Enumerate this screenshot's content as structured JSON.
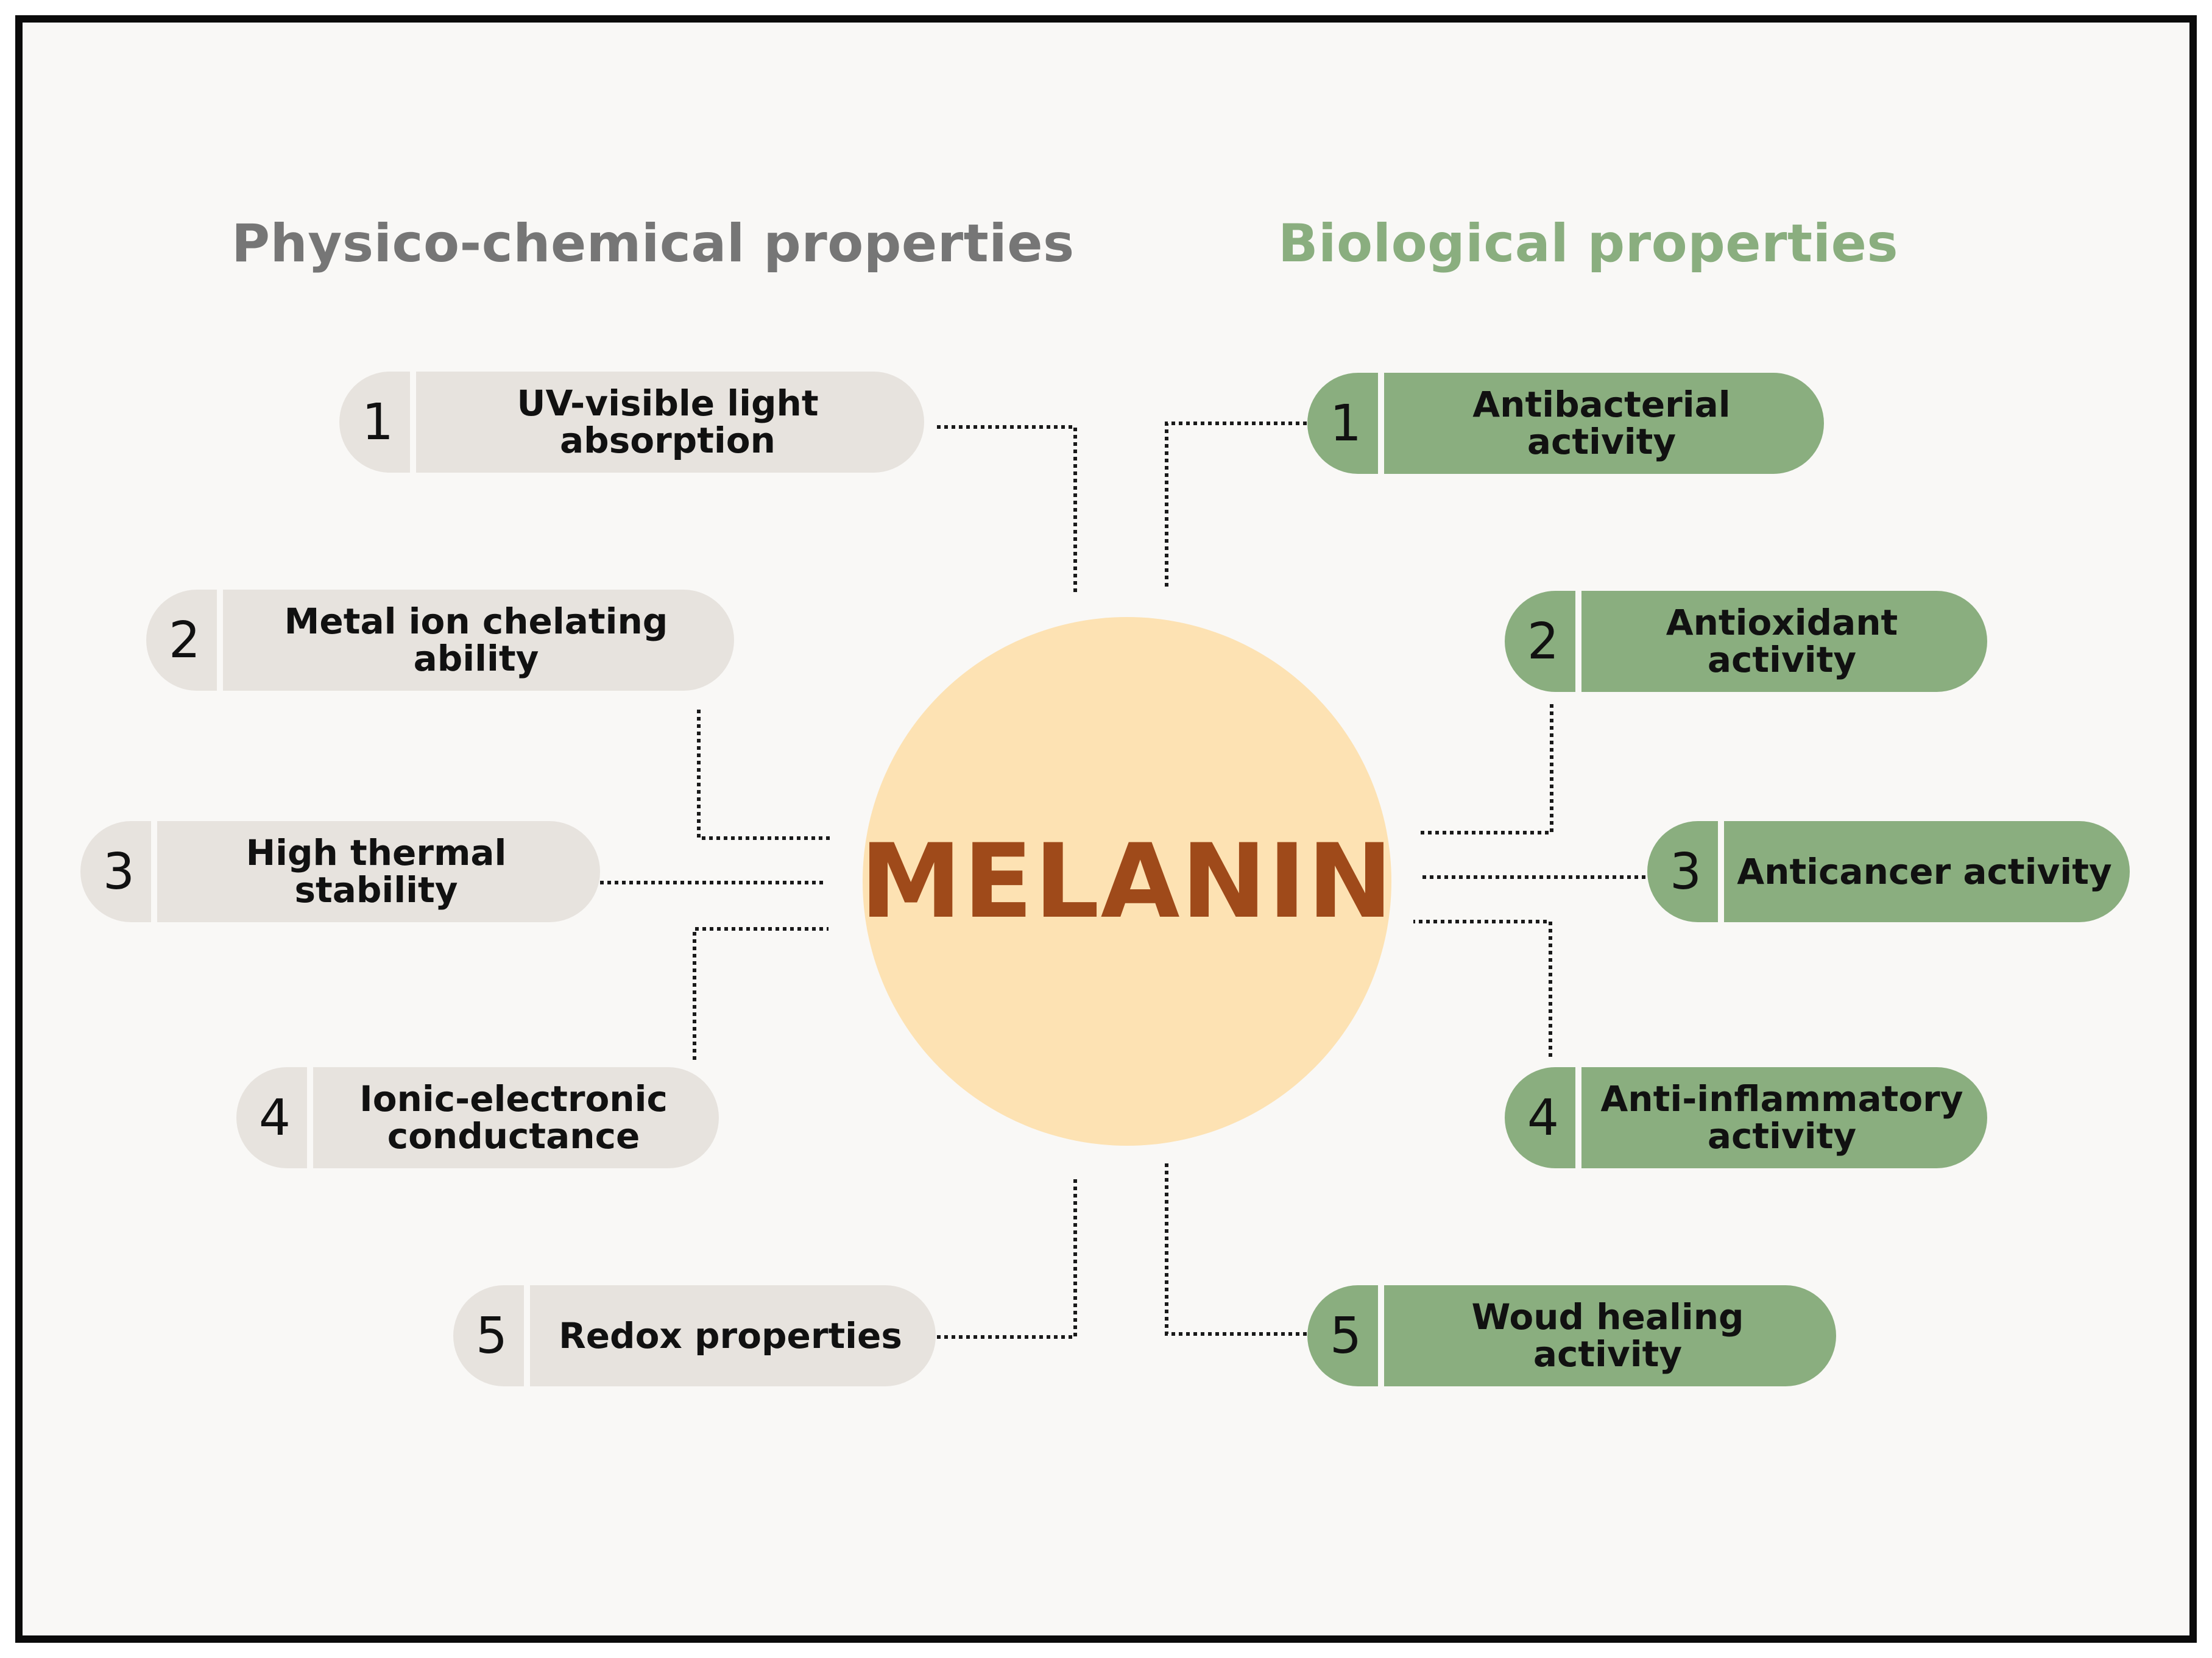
{
  "headings": {
    "left": "Physico-chemical properties",
    "right": "Biological properties"
  },
  "hub": {
    "label": "MELANIN"
  },
  "physico_chemical": [
    {
      "number": "1",
      "label": "UV-visible light absorption"
    },
    {
      "number": "2",
      "label": "Metal ion chelating ability"
    },
    {
      "number": "3",
      "label": "High thermal stability"
    },
    {
      "number": "4",
      "label": "Ionic-electronic\nconductance"
    },
    {
      "number": "5",
      "label": "Redox properties"
    }
  ],
  "biological": [
    {
      "number": "1",
      "label": "Antibacterial activity"
    },
    {
      "number": "2",
      "label": "Antioxidant activity"
    },
    {
      "number": "3",
      "label": "Anticancer activity"
    },
    {
      "number": "4",
      "label": "Anti-inflammatory\nactivity"
    },
    {
      "number": "5",
      "label": "Woud healing activity"
    }
  ],
  "colors": {
    "frame_border": "#0b0b0b",
    "background": "#f9f8f6",
    "physico_pill": "#e7e3de",
    "biological_pill": "#8aae7f",
    "hub_fill": "#fde2b3",
    "hub_text": "#9f4a1a",
    "left_heading": "#767676",
    "right_heading": "#8aae7f"
  }
}
